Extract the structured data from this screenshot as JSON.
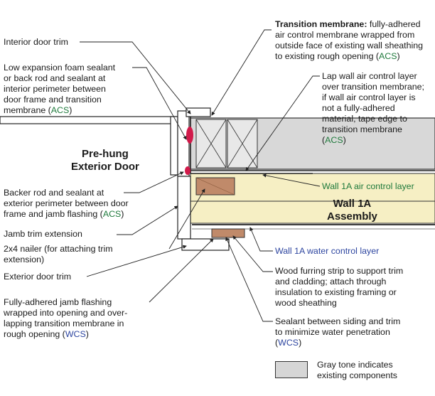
{
  "labels": {
    "interior_door_trim": "Interior door trim",
    "foam_sealant": [
      "Low expansion foam sealant",
      "or back rod and sealant at",
      "interior perimeter between",
      "door frame and transition"
    ],
    "foam_sealant_last": "membrane (",
    "acs": "ACS",
    "close_paren": ")",
    "backer_rod": [
      "Backer rod and sealant at",
      "exterior perimeter between door"
    ],
    "backer_rod_last": "frame and jamb flashing (",
    "jamb_trim_extension": "Jamb trim extension",
    "nailer": [
      "2x4 nailer (for attaching trim",
      "extension)"
    ],
    "exterior_door_trim": "Exterior door trim",
    "jamb_flashing": [
      "Fully-adhered jamb flashing",
      "wrapped into opening and over-",
      "lapping transition membrane in"
    ],
    "jamb_flashing_last": "rough opening (",
    "wcs": "WCS",
    "transition_title": "Transition membrane:",
    "transition_rest": " fully-adhered",
    "transition_lines": [
      "air control membrane wrapped from",
      "outside face of existing wall sheathing"
    ],
    "transition_last": "to existing rough opening (",
    "lap_wall": [
      "Lap wall air control layer",
      "over transition membrane;",
      "if wall air control layer is",
      "not a fully-adhered",
      "material, tape edge to",
      "transition membrane"
    ],
    "lap_wall_last": "(",
    "wall_air": "Wall 1A air control layer",
    "wall_water": "Wall 1A water control layer",
    "wood_furring": [
      "Wood furring strip to support trim",
      "and cladding; attach through",
      "insulation to existing framing or",
      "wood sheathing"
    ],
    "sealant_siding": [
      "Sealant between siding and trim",
      "to minimize water penetration"
    ],
    "sealant_siding_last": "(",
    "door_title": [
      "Pre-hung",
      "Exterior Door"
    ],
    "wall_title": [
      "Wall 1A",
      "Assembly"
    ],
    "legend": [
      "Gray tone indicates",
      "existing components"
    ]
  },
  "colors": {
    "acs": "#1f7a3c",
    "wcs": "#2e46a0",
    "existing_gray": "#d6d6d6",
    "insulation": "#f6efc4",
    "wood": "#c08a6a",
    "sealant": "#d11a4a"
  }
}
